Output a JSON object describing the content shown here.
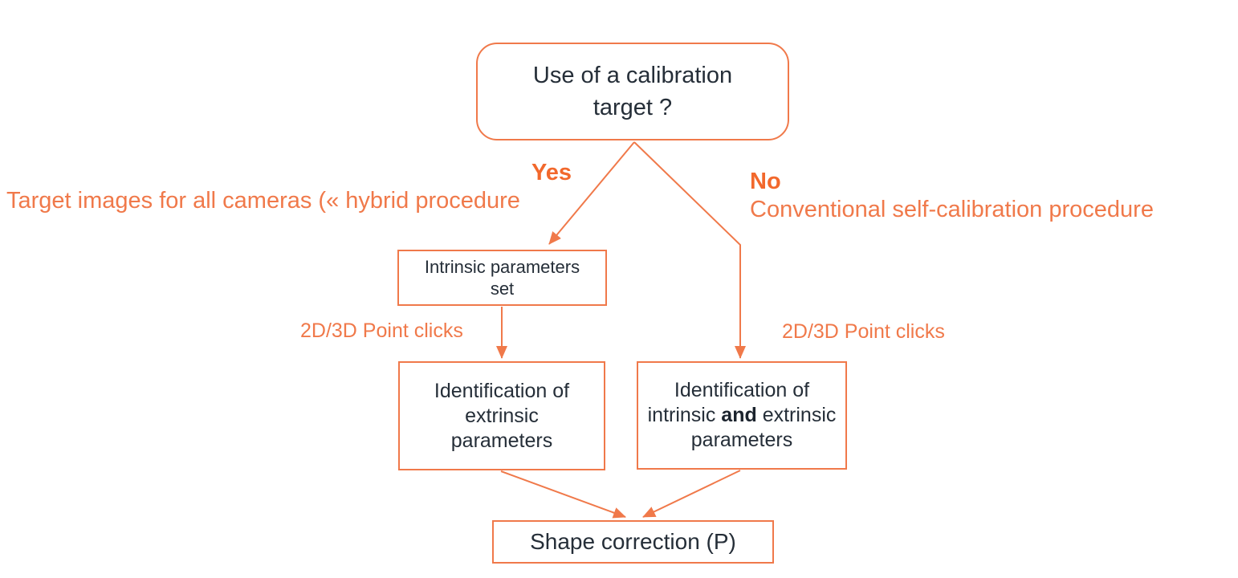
{
  "palette": {
    "accent": "#F0794A",
    "accent_bold": "#F2682C",
    "text_dark": "#252E38",
    "background": "#FFFFFF"
  },
  "flowchart": {
    "root": {
      "label": "Use of a calibration target ?"
    },
    "branch_yes": {
      "label": "Yes",
      "description": "Target images for all cameras (« hybrid procedure"
    },
    "branch_no": {
      "label": "No",
      "description": "Conventional self-calibration procedure"
    },
    "left_edge_label": "2D/3D Point clicks",
    "right_edge_label": "2D/3D Point clicks",
    "intrinsic_box": {
      "lines": [
        "Intrinsic parameters",
        "set"
      ]
    },
    "extrinsic_box": {
      "lines": [
        "Identification of",
        "extrinsic",
        "parameters"
      ]
    },
    "both_box": {
      "line1": "Identification of",
      "line2_a": "intrinsic ",
      "line2_b": "and",
      "line2_c": " extrinsic",
      "line3": "parameters"
    },
    "shape_box": {
      "label": "Shape correction (P)"
    }
  }
}
